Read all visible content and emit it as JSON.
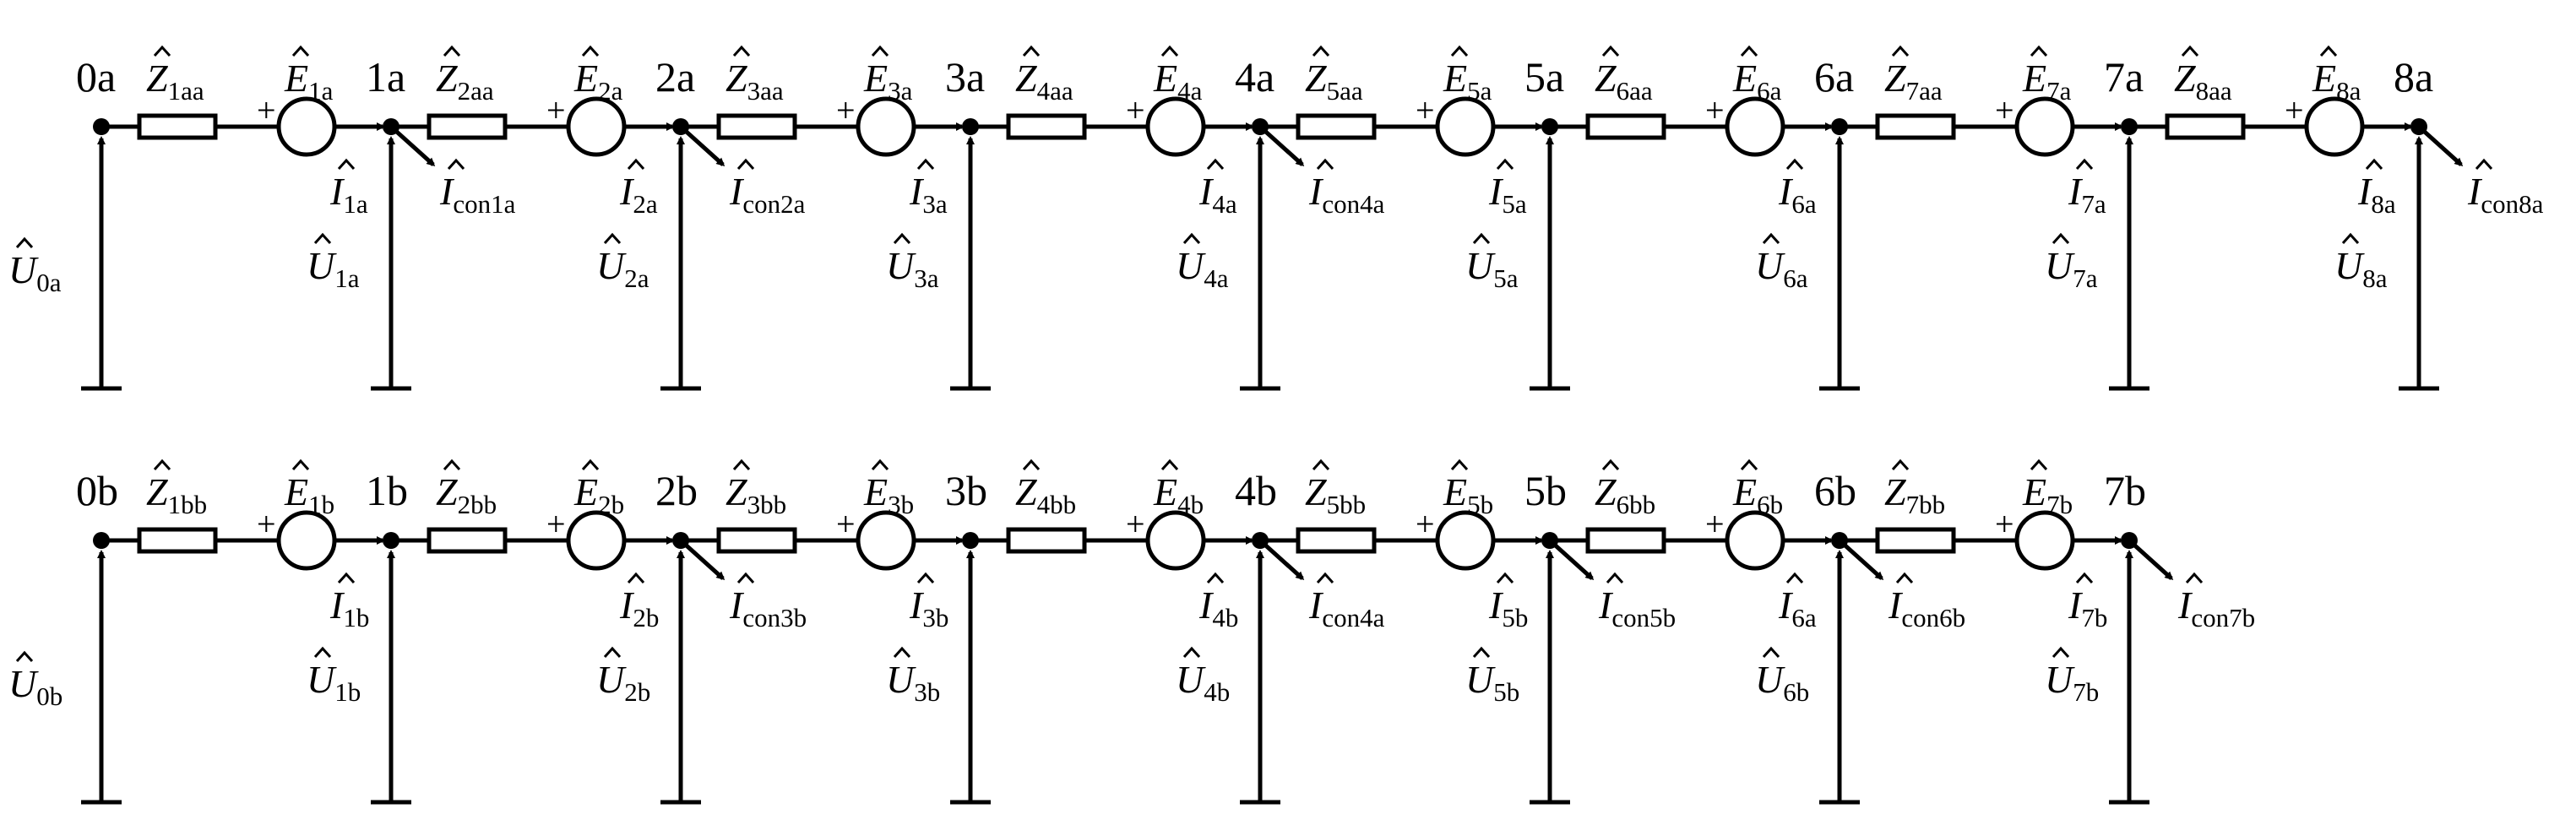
{
  "diagram": {
    "colors": {
      "line": "#000000",
      "background": "#ffffff"
    },
    "source_sign": "+",
    "rows": [
      {
        "id": "a",
        "nodes": [
          "0a",
          "1a",
          "2a",
          "3a",
          "4a",
          "5a",
          "6a",
          "7a",
          "8a"
        ],
        "impedances": [
          {
            "b": "Z",
            "s": "1aa"
          },
          {
            "b": "Z",
            "s": "2aa"
          },
          {
            "b": "Z",
            "s": "3aa"
          },
          {
            "b": "Z",
            "s": "4aa"
          },
          {
            "b": "Z",
            "s": "5aa"
          },
          {
            "b": "Z",
            "s": "6aa"
          },
          {
            "b": "Z",
            "s": "7aa"
          },
          {
            "b": "Z",
            "s": "8aa"
          }
        ],
        "sources": [
          {
            "b": "E",
            "s": "1a"
          },
          {
            "b": "E",
            "s": "2a"
          },
          {
            "b": "E",
            "s": "3a"
          },
          {
            "b": "E",
            "s": "4a"
          },
          {
            "b": "E",
            "s": "5a"
          },
          {
            "b": "E",
            "s": "6a"
          },
          {
            "b": "E",
            "s": "7a"
          },
          {
            "b": "E",
            "s": "8a"
          }
        ],
        "currents": [
          null,
          {
            "b": "I",
            "s": "1a"
          },
          {
            "b": "I",
            "s": "2a"
          },
          {
            "b": "I",
            "s": "3a"
          },
          {
            "b": "I",
            "s": "4a"
          },
          {
            "b": "I",
            "s": "5a"
          },
          {
            "b": "I",
            "s": "6a"
          },
          {
            "b": "I",
            "s": "7a"
          },
          {
            "b": "I",
            "s": "8a"
          }
        ],
        "voltages": [
          {
            "b": "U",
            "s": "0a"
          },
          {
            "b": "U",
            "s": "1a"
          },
          {
            "b": "U",
            "s": "2a"
          },
          {
            "b": "U",
            "s": "3a"
          },
          {
            "b": "U",
            "s": "4a"
          },
          {
            "b": "U",
            "s": "5a"
          },
          {
            "b": "U",
            "s": "6a"
          },
          {
            "b": "U",
            "s": "7a"
          },
          {
            "b": "U",
            "s": "8a"
          }
        ],
        "connection_currents": [
          null,
          {
            "b": "I",
            "s": "con1a"
          },
          {
            "b": "I",
            "s": "con2a"
          },
          null,
          {
            "b": "I",
            "s": "con4a"
          },
          null,
          null,
          null,
          {
            "b": "I",
            "s": "con8a"
          }
        ]
      },
      {
        "id": "b",
        "nodes": [
          "0b",
          "1b",
          "2b",
          "3b",
          "4b",
          "5b",
          "6b",
          "7b"
        ],
        "impedances": [
          {
            "b": "Z",
            "s": "1bb"
          },
          {
            "b": "Z",
            "s": "2bb"
          },
          {
            "b": "Z",
            "s": "3bb"
          },
          {
            "b": "Z",
            "s": "4bb"
          },
          {
            "b": "Z",
            "s": "5bb"
          },
          {
            "b": "Z",
            "s": "6bb"
          },
          {
            "b": "Z",
            "s": "7bb"
          }
        ],
        "sources": [
          {
            "b": "E",
            "s": "1b"
          },
          {
            "b": "E",
            "s": "2b"
          },
          {
            "b": "E",
            "s": "3b"
          },
          {
            "b": "E",
            "s": "4b"
          },
          {
            "b": "E",
            "s": "5b"
          },
          {
            "b": "E",
            "s": "6b"
          },
          {
            "b": "E",
            "s": "7b"
          }
        ],
        "currents": [
          null,
          {
            "b": "I",
            "s": "1b"
          },
          {
            "b": "I",
            "s": "2b"
          },
          {
            "b": "I",
            "s": "3b"
          },
          {
            "b": "I",
            "s": "4b"
          },
          {
            "b": "I",
            "s": "5b"
          },
          {
            "b": "I",
            "s": "6a"
          },
          {
            "b": "I",
            "s": "7b"
          }
        ],
        "voltages": [
          {
            "b": "U",
            "s": "0b"
          },
          {
            "b": "U",
            "s": "1b"
          },
          {
            "b": "U",
            "s": "2b"
          },
          {
            "b": "U",
            "s": "3b"
          },
          {
            "b": "U",
            "s": "4b"
          },
          {
            "b": "U",
            "s": "5b"
          },
          {
            "b": "U",
            "s": "6b"
          },
          {
            "b": "U",
            "s": "7b"
          }
        ],
        "connection_currents": [
          null,
          null,
          {
            "b": "I",
            "s": "con3b"
          },
          null,
          {
            "b": "I",
            "s": "con4a"
          },
          {
            "b": "I",
            "s": "con5b"
          },
          {
            "b": "I",
            "s": "con6b"
          },
          {
            "b": "I",
            "s": "con7b"
          }
        ]
      }
    ]
  }
}
